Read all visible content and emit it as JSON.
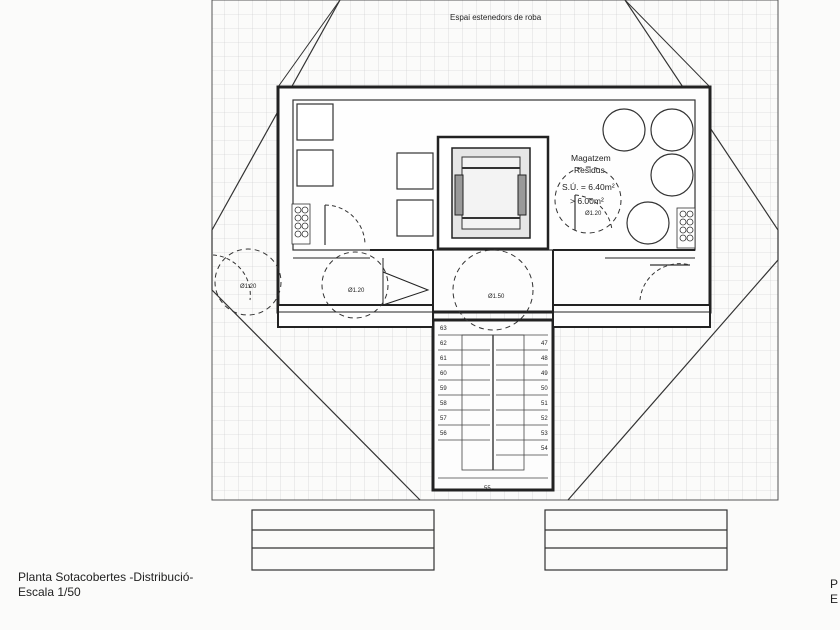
{
  "drawing": {
    "area_label": "Espai estenedors de roba",
    "storage": {
      "title_line1": "Magatzem",
      "title_line2": "Residus",
      "area_line1": "S.Ú. = 6.40m²",
      "area_line2": "> 6.00m²",
      "diameter": "Ø1.20"
    },
    "turning_circles": [
      "Ø1.20",
      "Ø1.20",
      "Ø1.50"
    ],
    "stair_left_steps": [
      "63",
      "62",
      "61",
      "60",
      "59",
      "58",
      "57",
      "56"
    ],
    "stair_right_steps": [
      "47",
      "48",
      "49",
      "50",
      "51",
      "52",
      "53",
      "54"
    ],
    "stair_bottom_step": "55"
  },
  "caption": {
    "line1": "Planta Sotacobertes -Distribució-",
    "line2": "Escala 1/50"
  },
  "caption_right": {
    "line1": "P",
    "line2": "E"
  }
}
